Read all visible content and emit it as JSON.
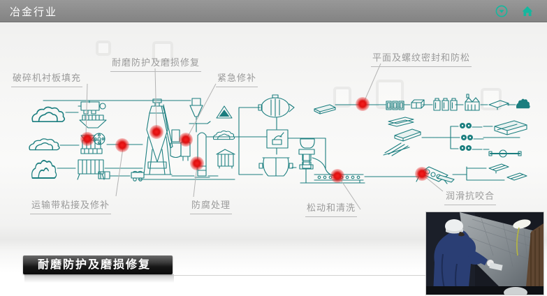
{
  "header": {
    "title": "冶金行业"
  },
  "colors": {
    "header_gray": "#8b8b8b",
    "accent_teal": "#15b79e",
    "diagram_teal": "#1b7e7f",
    "hotspot_red": "#e01111",
    "label_gray": "#9a9a9a",
    "banner_black": "#111111"
  },
  "icons": [
    {
      "name": "circle-chevron-icon"
    },
    {
      "name": "home-icon"
    }
  ],
  "callouts": [
    {
      "id": "crusher-liner-filling",
      "label": "破碎机衬板填充"
    },
    {
      "id": "wear-protection-repair",
      "label": "耐磨防护及磨损修复"
    },
    {
      "id": "emergency-repair",
      "label": "紧急修补"
    },
    {
      "id": "surface-thread-sealing",
      "label": "平面及螺纹密封和防松"
    },
    {
      "id": "conveyor-belt-bonding",
      "label": "运输带粘接及修补"
    },
    {
      "id": "anticorrosion-treatment",
      "label": "防腐处理"
    },
    {
      "id": "loosening-cleaning",
      "label": "松动和清洗"
    },
    {
      "id": "lubrication-antiseize",
      "label": "润滑抗咬合"
    }
  ],
  "banner": {
    "label": "耐磨防护及磨损修复"
  }
}
